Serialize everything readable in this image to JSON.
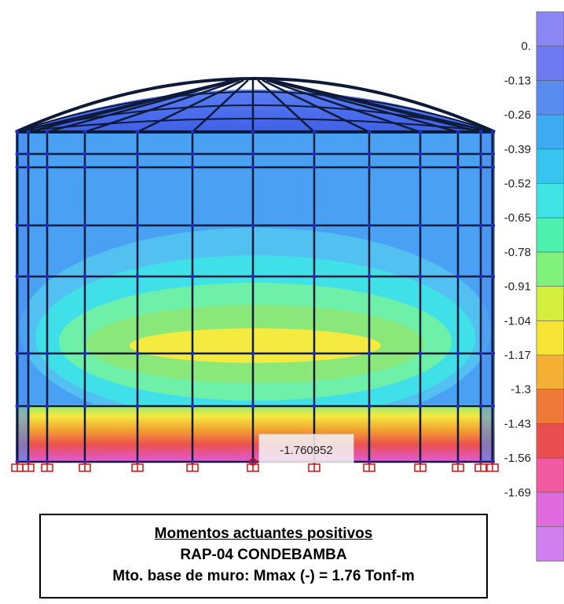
{
  "legend": {
    "ticks": [
      "0.",
      "-0.13",
      "-0.26",
      "-0.39",
      "-0.52",
      "-0.65",
      "-0.78",
      "-0.91",
      "-1.04",
      "-1.17",
      "-1.3",
      "-1.43",
      "-1.56",
      "-1.69"
    ],
    "colors": [
      "#8a86f4",
      "#6f79ef",
      "#5a8cf0",
      "#3fa9f2",
      "#37c5f0",
      "#3fe3e4",
      "#4ef0b0",
      "#7ff07a",
      "#d3ee3c",
      "#f6e535",
      "#f3b034",
      "#ee7a3a",
      "#ea4f4f",
      "#f05aa0",
      "#e06bde",
      "#d080ee"
    ]
  },
  "tooltip": {
    "value": "-1.760952"
  },
  "caption": {
    "title": "Momentos actuantes positivos",
    "line2": "RAP-04 CONDEBAMBA",
    "line3": "Mto. base de muro: Mmax (-) = 1.76 Tonf-m"
  },
  "palette": {
    "dome": "#4f6ff0",
    "wall_blue": "#4aa0f2",
    "wall_light": "#52c0f0",
    "cyan": "#3fe0e8",
    "green_light": "#6ef0a8",
    "green": "#8ae87a",
    "yellow": "#f4ea40",
    "orange": "#f2a030",
    "red": "#ec5050",
    "magenta": "#e05adc",
    "frame": "#0e1a3a",
    "support": "#d01010"
  }
}
